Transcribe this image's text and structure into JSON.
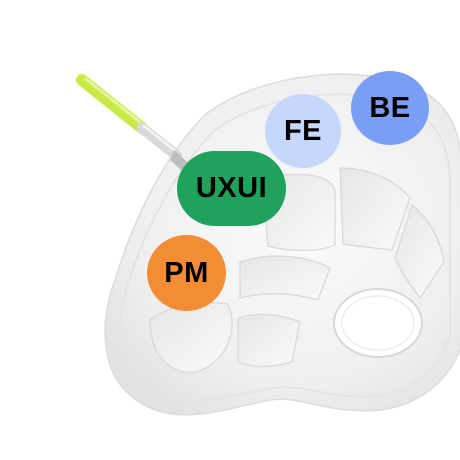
{
  "badges": {
    "be": {
      "label": "BE",
      "color": "#7b9ef5"
    },
    "fe": {
      "label": "FE",
      "color": "#c5d7fb"
    },
    "uxui": {
      "label": "UXUI",
      "color": "#1fa35c"
    },
    "pm": {
      "label": "PM",
      "color": "#f28c35"
    }
  },
  "brush": {
    "handle_color": "#c7ea46",
    "ferrule_color": "#d9d9d9"
  },
  "palette": {
    "color": "#f3f3f3"
  }
}
